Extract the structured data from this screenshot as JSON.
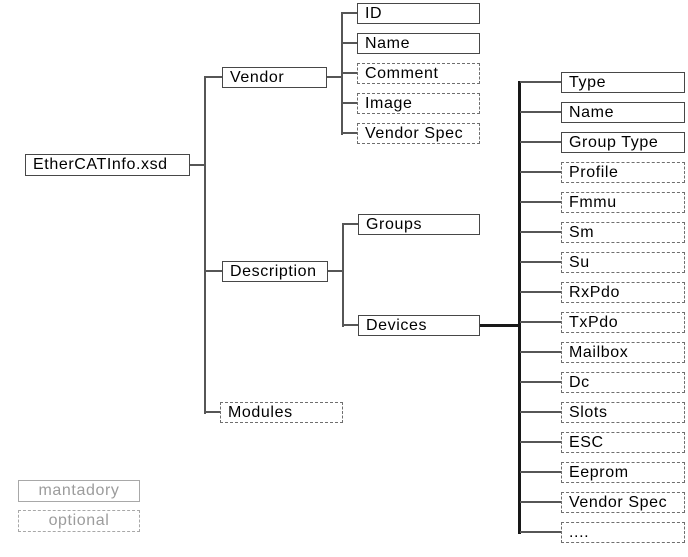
{
  "diagram": {
    "root": {
      "label": "EtherCATInfo.xsd",
      "optional": false
    },
    "level1": [
      {
        "label": "Vendor",
        "optional": false
      },
      {
        "label": "Description",
        "optional": false
      },
      {
        "label": "Modules",
        "optional": true
      }
    ],
    "vendor_children": [
      {
        "label": "ID",
        "optional": false
      },
      {
        "label": "Name",
        "optional": false
      },
      {
        "label": "Comment",
        "optional": true
      },
      {
        "label": "Image",
        "optional": true
      },
      {
        "label": "Vendor Spec",
        "optional": true
      }
    ],
    "description_children": [
      {
        "label": "Groups",
        "optional": false
      },
      {
        "label": "Devices",
        "optional": false
      }
    ],
    "devices_children": [
      {
        "label": "Type",
        "optional": false
      },
      {
        "label": "Name",
        "optional": false
      },
      {
        "label": "Group Type",
        "optional": false
      },
      {
        "label": "Profile",
        "optional": true
      },
      {
        "label": "Fmmu",
        "optional": true
      },
      {
        "label": "Sm",
        "optional": true
      },
      {
        "label": "Su",
        "optional": true
      },
      {
        "label": "RxPdo",
        "optional": true
      },
      {
        "label": "TxPdo",
        "optional": true
      },
      {
        "label": "Mailbox",
        "optional": true
      },
      {
        "label": "Dc",
        "optional": true
      },
      {
        "label": "Slots",
        "optional": true
      },
      {
        "label": "ESC",
        "optional": true
      },
      {
        "label": "Eeprom",
        "optional": true
      },
      {
        "label": "Vendor Spec",
        "optional": true
      },
      {
        "label": "....",
        "optional": true
      }
    ],
    "legend": [
      {
        "label": "mantadory",
        "style": "solid"
      },
      {
        "label": "optional",
        "style": "dashed"
      }
    ],
    "colors": {
      "node_border": "#474747",
      "optional_border": "#6f6f6f",
      "legend_gray": "#9c9c9c",
      "line": "#565656"
    }
  }
}
